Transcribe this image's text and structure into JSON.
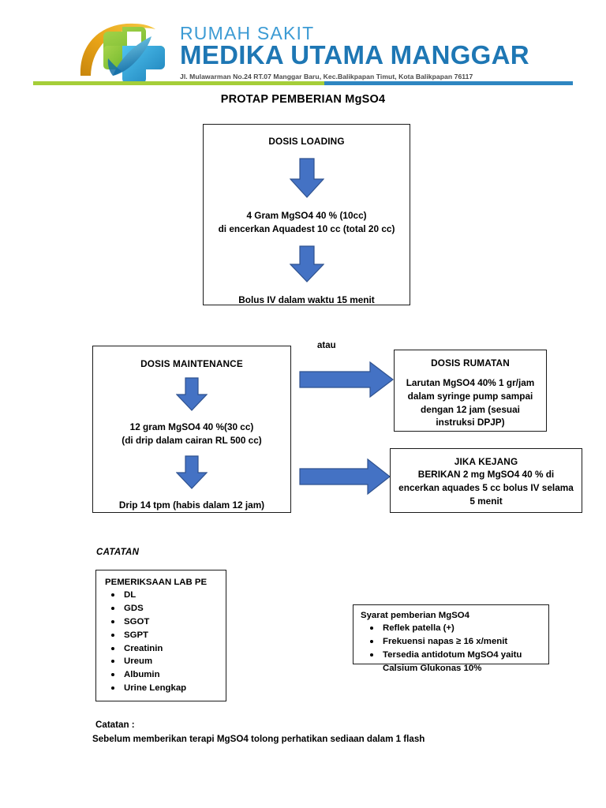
{
  "header": {
    "logo_icon": "medical-cross-leaf-logo",
    "brand_line1": "RUMAH SAKIT",
    "brand_line2": "MEDIKA UTAMA MANGGAR",
    "address": "Jl. Mulawarman No.24 RT.07 Manggar Baru, Kec.Balikpapan Timut, Kota Balikpapan 76117",
    "colors": {
      "brand_light_blue": "#3C9BD4",
      "brand_blue": "#1E77B4",
      "divider_green": "#A5CE39",
      "divider_blue": "#2E86C1",
      "logo_gold": "#E8A317",
      "logo_green": "#8CC63F",
      "logo_blue": "#29A3DC",
      "logo_teal": "#1B87C9"
    }
  },
  "document": {
    "title": "PROTAP PEMBERIAN MgSO4",
    "arrow_color": "#4472C4",
    "arrow_border_color": "#2F528F"
  },
  "loading": {
    "title": "DOSIS LOADING",
    "step1_line1": "4 Gram MgSO4 40 % (10cc)",
    "step1_line2": "di encerkan Aquadest 10 cc (total 20 cc)",
    "step2": "Bolus IV dalam waktu 15 menit",
    "arrow1_icon": "arrow-down-icon",
    "arrow2_icon": "arrow-down-icon"
  },
  "maintenance": {
    "title": "DOSIS MAINTENANCE",
    "step1_line1": "12 gram MgSO4 40 %(30 cc)",
    "step1_line2": "(di drip dalam cairan RL 500 cc)",
    "step2": "Drip 14 tpm (habis dalam 12 jam)",
    "arrow1_icon": "arrow-down-icon",
    "arrow2_icon": "arrow-down-icon"
  },
  "branch": {
    "atau_label": "atau",
    "arrow_top_icon": "arrow-right-icon",
    "arrow_bottom_icon": "arrow-right-icon"
  },
  "rumatan": {
    "title": "DOSIS RUMATAN",
    "line1": "Larutan MgSO4 40% 1 gr/jam",
    "line2": "dalam syringe pump sampai",
    "line3": "dengan 12 jam (sesuai",
    "line4": "instruksi DPJP)"
  },
  "kejang": {
    "title": "JIKA KEJANG",
    "line1": "BERIKAN 2 mg MgSO4 40 % di",
    "line2": "encerkan aquades 5 cc bolus IV selama",
    "line3": "5 menit"
  },
  "notes_section": {
    "heading": "CATATAN",
    "lab": {
      "title": "PEMERIKSAAN LAB PE",
      "items": [
        "DL",
        "GDS",
        "SGOT",
        "SGPT",
        "Creatinin",
        "Ureum",
        "Albumin",
        "Urine Lengkap"
      ]
    },
    "syarat": {
      "title": "Syarat pemberian MgSO4",
      "items": [
        "Reflek patella (+)",
        "Frekuensi napas ≥ 16 x/menit",
        "Tersedia antidotum MgSO4 yaitu Calsium Glukonas 10%"
      ]
    }
  },
  "footer": {
    "label": "Catatan :",
    "text": "Sebelum memberikan terapi MgSO4 tolong perhatikan sediaan dalam 1 flash"
  }
}
